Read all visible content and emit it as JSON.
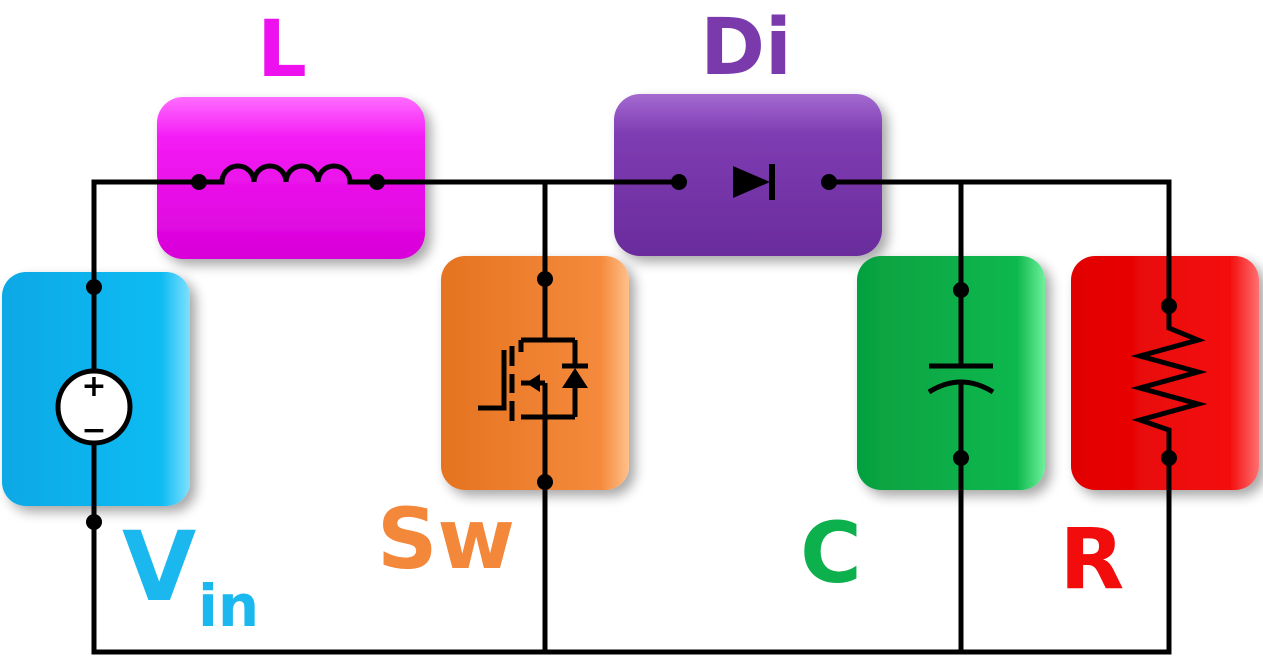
{
  "labels": {
    "inductor": "L",
    "diode": "Di",
    "source_main": "V",
    "source_sub": "in",
    "switch": "Sw",
    "capacitor": "C",
    "resistor": "R"
  },
  "source_polarity": {
    "plus": "+",
    "minus": "−"
  },
  "colors": {
    "inductor": "#ee10ee",
    "diode": "#7a3aac",
    "source": "#1ab8ee",
    "switch": "#f3873a",
    "capacitor": "#0cb04c",
    "resistor": "#f20c0c",
    "wire": "#000000"
  }
}
